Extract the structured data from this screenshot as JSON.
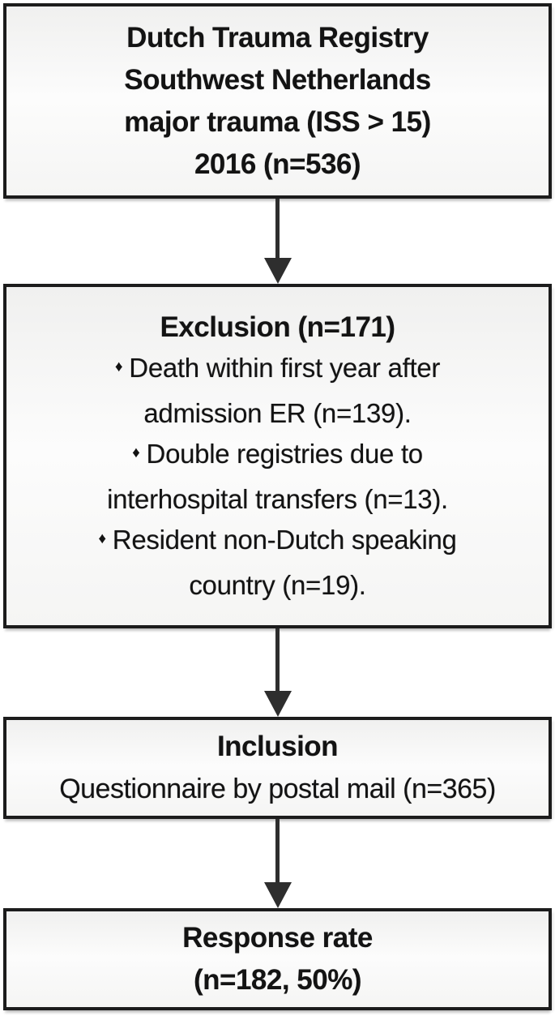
{
  "figure": {
    "type": "flowchart",
    "background": "#ffffff",
    "box_border_color": "#1c1c1c",
    "box_fill": "#f4f4f3",
    "text_color": "#131313",
    "arrow_color": "#2e2e2e",
    "bullet_marker": "♦"
  },
  "nodes": {
    "registry": {
      "lines": [
        "Dutch Trauma Registry",
        "Southwest Netherlands",
        "major trauma (ISS > 15)",
        "2016 (n=536)"
      ]
    },
    "exclusion": {
      "title": "Exclusion (n=171)",
      "bullets": [
        {
          "lines": [
            "Death within first year after",
            "admission ER (n=139)."
          ]
        },
        {
          "lines": [
            "Double registries due to",
            "interhospital transfers (n=13)."
          ]
        },
        {
          "lines": [
            "Resident non-Dutch speaking",
            "country (n=19)."
          ]
        }
      ]
    },
    "inclusion": {
      "title": "Inclusion",
      "subtitle": "Questionnaire by postal mail (n=365)"
    },
    "response": {
      "title": "Response rate",
      "subtitle": "(n=182, 50%)"
    }
  }
}
